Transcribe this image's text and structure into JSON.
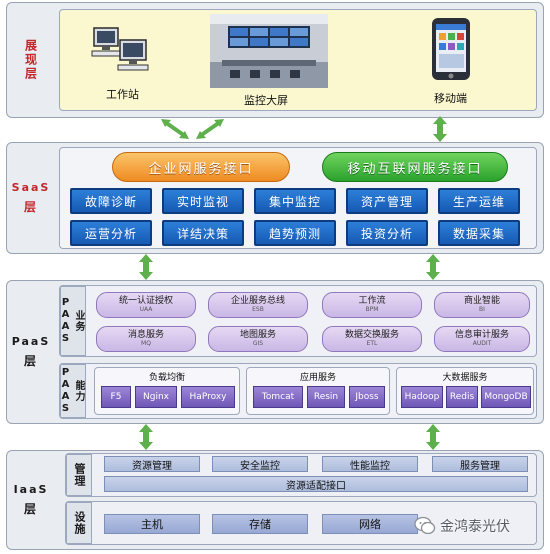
{
  "presentation": {
    "label": "展现层",
    "items": [
      {
        "label": "工作站",
        "icon": "workstation-icon"
      },
      {
        "label": "监控大屏",
        "icon": "monitoring-wall-icon"
      },
      {
        "label": "移动端",
        "icon": "mobile-phone-icon"
      }
    ]
  },
  "saas": {
    "label": "SaaS层",
    "interfaces": [
      "企业网服务接口",
      "移动互联网服务接口"
    ],
    "modules": [
      "故障诊断",
      "实时监视",
      "集中监控",
      "资产管理",
      "生产运维",
      "运营分析",
      "详结决策",
      "趋势预测",
      "投资分析",
      "数据采集"
    ]
  },
  "paas": {
    "label": "PaaS层",
    "business": {
      "tag": "业务PAAS",
      "services": [
        {
          "title": "统一认证授权",
          "sub": "UAA"
        },
        {
          "title": "企业服务总线",
          "sub": "ESB"
        },
        {
          "title": "工作流",
          "sub": "BPM"
        },
        {
          "title": "商业智能",
          "sub": "BI"
        },
        {
          "title": "消息服务",
          "sub": "MQ"
        },
        {
          "title": "地图服务",
          "sub": "GIS"
        },
        {
          "title": "数据交换服务",
          "sub": "ETL"
        },
        {
          "title": "信息审计服务",
          "sub": "AUDIT"
        }
      ]
    },
    "capability": {
      "tag": "能力PAAS",
      "groups": [
        {
          "title": "负载均衡",
          "items": [
            "F5",
            "Nginx",
            "HaProxy"
          ]
        },
        {
          "title": "应用服务",
          "items": [
            "Tomcat",
            "Resin",
            "Jboss"
          ]
        },
        {
          "title": "大数据服务",
          "items": [
            "Hadoop",
            "Redis",
            "MongoDB"
          ]
        }
      ]
    }
  },
  "iaas": {
    "label": "IaaS层",
    "management": {
      "tag": "管理",
      "items": [
        "资源管理",
        "安全监控",
        "性能监控",
        "服务管理"
      ],
      "adapter": "资源适配接口"
    },
    "facilities": {
      "tag": "设施",
      "items": [
        "主机",
        "存储",
        "网络"
      ]
    }
  },
  "watermark": "金鸿泰光伏",
  "colors": {
    "accent_red": "#c0282e",
    "module_blue": "#1a64c0",
    "service_purple": "#7a62c2"
  }
}
